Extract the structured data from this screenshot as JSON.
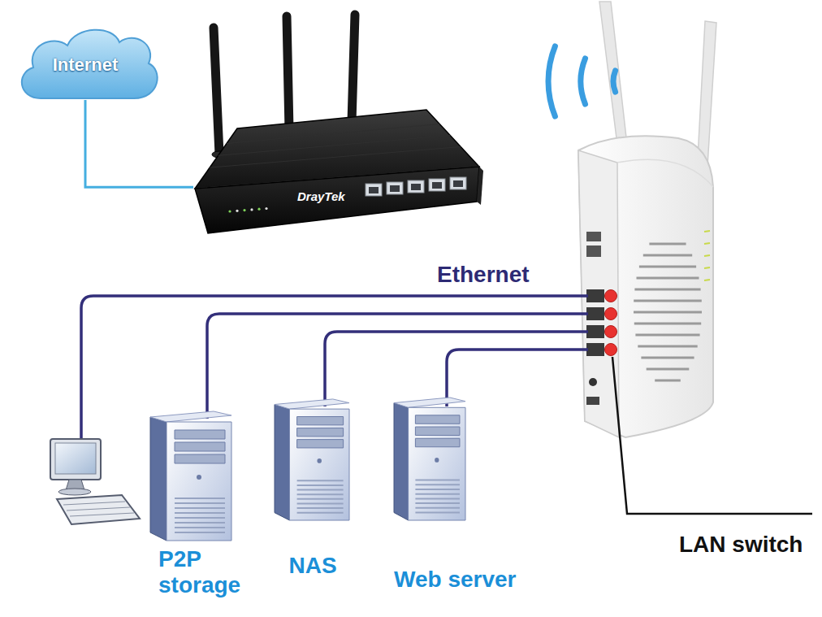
{
  "diagram": {
    "nodes": [
      {
        "text": [
          "Internet"
        ]
      },
      {
        "text": [
          "DrayTek"
        ]
      },
      {
        "text": [
          "P2P storage"
        ]
      },
      {
        "text": [
          "NAS"
        ]
      },
      {
        "text": [
          "Web server"
        ]
      }
    ],
    "edges": [
      {
        "from": 0,
        "to": 1,
        "arrow": "none"
      }
    ],
    "labels": [
      "Ethernet",
      "LAN switch"
    ]
  }
}
